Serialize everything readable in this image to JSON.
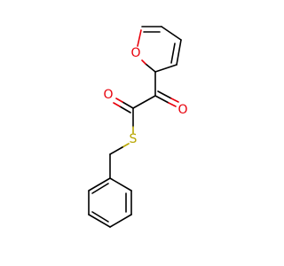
{
  "molecule": {
    "atoms": {
      "furan_O": {
        "symbol": "O",
        "color": "#e8000b"
      },
      "carbonyl_O1": {
        "symbol": "O",
        "color": "#e8000b"
      },
      "carbonyl_O2": {
        "symbol": "O",
        "color": "#e8000b"
      },
      "thioester_S": {
        "symbol": "S",
        "color": "#b8a600"
      }
    }
  }
}
